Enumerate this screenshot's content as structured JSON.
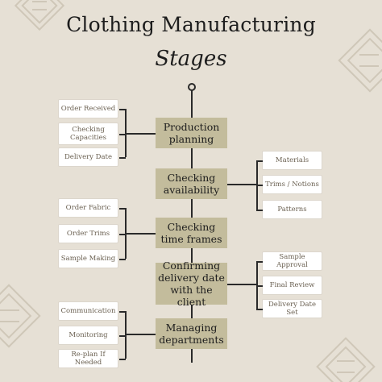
{
  "title": "Clothing Manufacturing",
  "subtitle": "Stages",
  "colors": {
    "background": "#e6e0d5",
    "stage_fill": "#c3bc9c",
    "item_fill": "#ffffff",
    "item_text": "#6b6152",
    "line": "#2a2a2a"
  },
  "stages": [
    {
      "label": "Production\nplanning",
      "side": "left",
      "items": [
        "Order Received",
        "Checking\nCapacities",
        "Delivery Date"
      ]
    },
    {
      "label": "Checking\navailability",
      "side": "right",
      "items": [
        "Materials",
        "Trims / Notions",
        "Patterns"
      ]
    },
    {
      "label": "Checking\ntime frames",
      "side": "left",
      "items": [
        "Order Fabric",
        "Order Trims",
        "Sample Making"
      ]
    },
    {
      "label": "Confirming\ndelivery date\nwith the client",
      "side": "right",
      "items": [
        "Sample Approval",
        "Final Review",
        "Delivery Date Set"
      ]
    },
    {
      "label": "Managing\ndepartments",
      "side": "left",
      "items": [
        "Communication",
        "Monitoring",
        "Re-plan If Needed"
      ]
    }
  ]
}
